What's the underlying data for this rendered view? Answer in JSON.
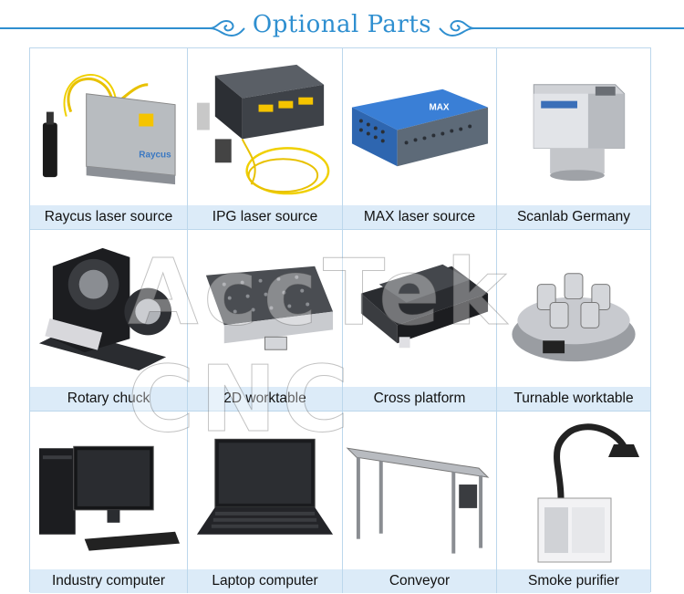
{
  "header": {
    "title": "Optional Parts",
    "accent_color": "#2f8fd0"
  },
  "watermark": "AccTek CNC",
  "parts": [
    {
      "label": "Raycus laser source",
      "icon": "laser-source-icon"
    },
    {
      "label": "IPG laser source",
      "icon": "laser-source-icon"
    },
    {
      "label": "MAX laser source",
      "icon": "laser-source-icon"
    },
    {
      "label": "Scanlab  Germany",
      "icon": "scan-head-icon"
    },
    {
      "label": "Rotary chuck",
      "icon": "rotary-chuck-icon"
    },
    {
      "label": "2D worktable",
      "icon": "worktable-icon"
    },
    {
      "label": "Cross platform",
      "icon": "cross-platform-icon"
    },
    {
      "label": "Turnable worktable",
      "icon": "turnable-worktable-icon"
    },
    {
      "label": "Industry computer",
      "icon": "computer-icon"
    },
    {
      "label": "Laptop computer",
      "icon": "laptop-icon"
    },
    {
      "label": "Conveyor",
      "icon": "conveyor-icon"
    },
    {
      "label": "Smoke purifier",
      "icon": "smoke-purifier-icon"
    }
  ],
  "label_background": "#dcebf8",
  "border_color": "#bcd7ec"
}
